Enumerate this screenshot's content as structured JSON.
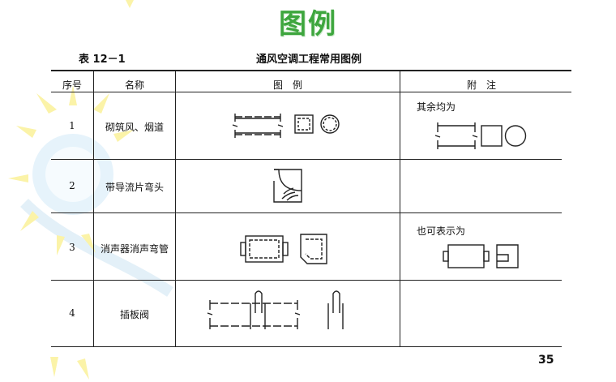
{
  "slide": {
    "title": "图例",
    "page_number": "35"
  },
  "table": {
    "caption": "表 12－1",
    "title": "通风空调工程常用图例",
    "headers": {
      "index": "序号",
      "name": "名称",
      "symbol": "图　例",
      "note": "附　注"
    },
    "rows": [
      {
        "index": "1",
        "name": "砌筑风、烟道",
        "note": "其余均为",
        "symbol_icon": "masonry-duct-symbol",
        "note_icon": "duct-alternate-symbol"
      },
      {
        "index": "2",
        "name": "带导流片弯头",
        "note": "",
        "symbol_icon": "vaned-elbow-symbol"
      },
      {
        "index": "3",
        "name": "消声器消声弯管",
        "note": "也可表示为",
        "symbol_icon": "silencer-symbol",
        "note_icon": "silencer-alternate-symbol"
      },
      {
        "index": "4",
        "name": "插板阀",
        "note": "",
        "symbol_icon": "slide-valve-symbol"
      }
    ]
  }
}
